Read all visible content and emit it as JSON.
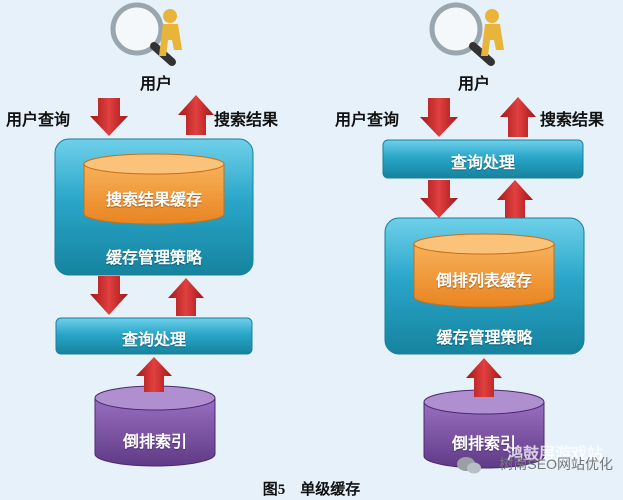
{
  "left": {
    "user": "用户",
    "query_in": "用户查询",
    "results_out": "搜索结果",
    "cache_db": "搜索结果缓存",
    "strategy": "缓存管理策略",
    "query_processing": "查询处理",
    "index_db": "倒排索引"
  },
  "right": {
    "user": "用户",
    "query_in": "用户查询",
    "results_out": "搜索结果",
    "query_processing": "查询处理",
    "cache_db": "倒排列表缓存",
    "strategy": "缓存管理策略",
    "index_db": "倒排索引"
  },
  "caption": "图5　单级缓存",
  "watermark": "树南SEO网站优化",
  "watermark_logo": "鸿鼓层游戏站",
  "colors": {
    "background": "#e6f1fa",
    "teal_box": "#2aa3c6",
    "orange_db": "#f29a3a",
    "purple_db": "#7a4fa0",
    "arrow_red": "#c8282a"
  }
}
